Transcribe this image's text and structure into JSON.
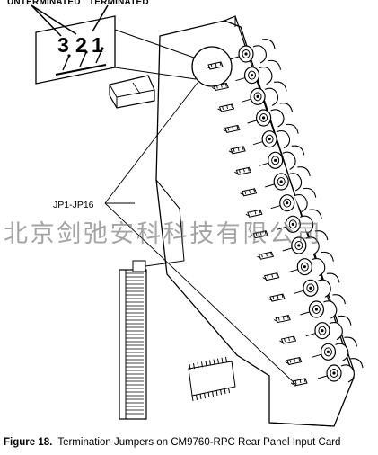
{
  "labels": {
    "unterminated": "UNTERMINATED",
    "terminated": "TERMINATED",
    "pin3": "3",
    "pin2": "2",
    "pin1": "1",
    "jumpers": "JP1-JP16"
  },
  "watermark": "北京剑弛安科科技有限公司",
  "caption": {
    "number": "Figure 18.",
    "text": "Termination Jumpers on CM9760-RPC Rear Panel Input Card"
  },
  "connector_count": 16,
  "jumper_count": 16
}
